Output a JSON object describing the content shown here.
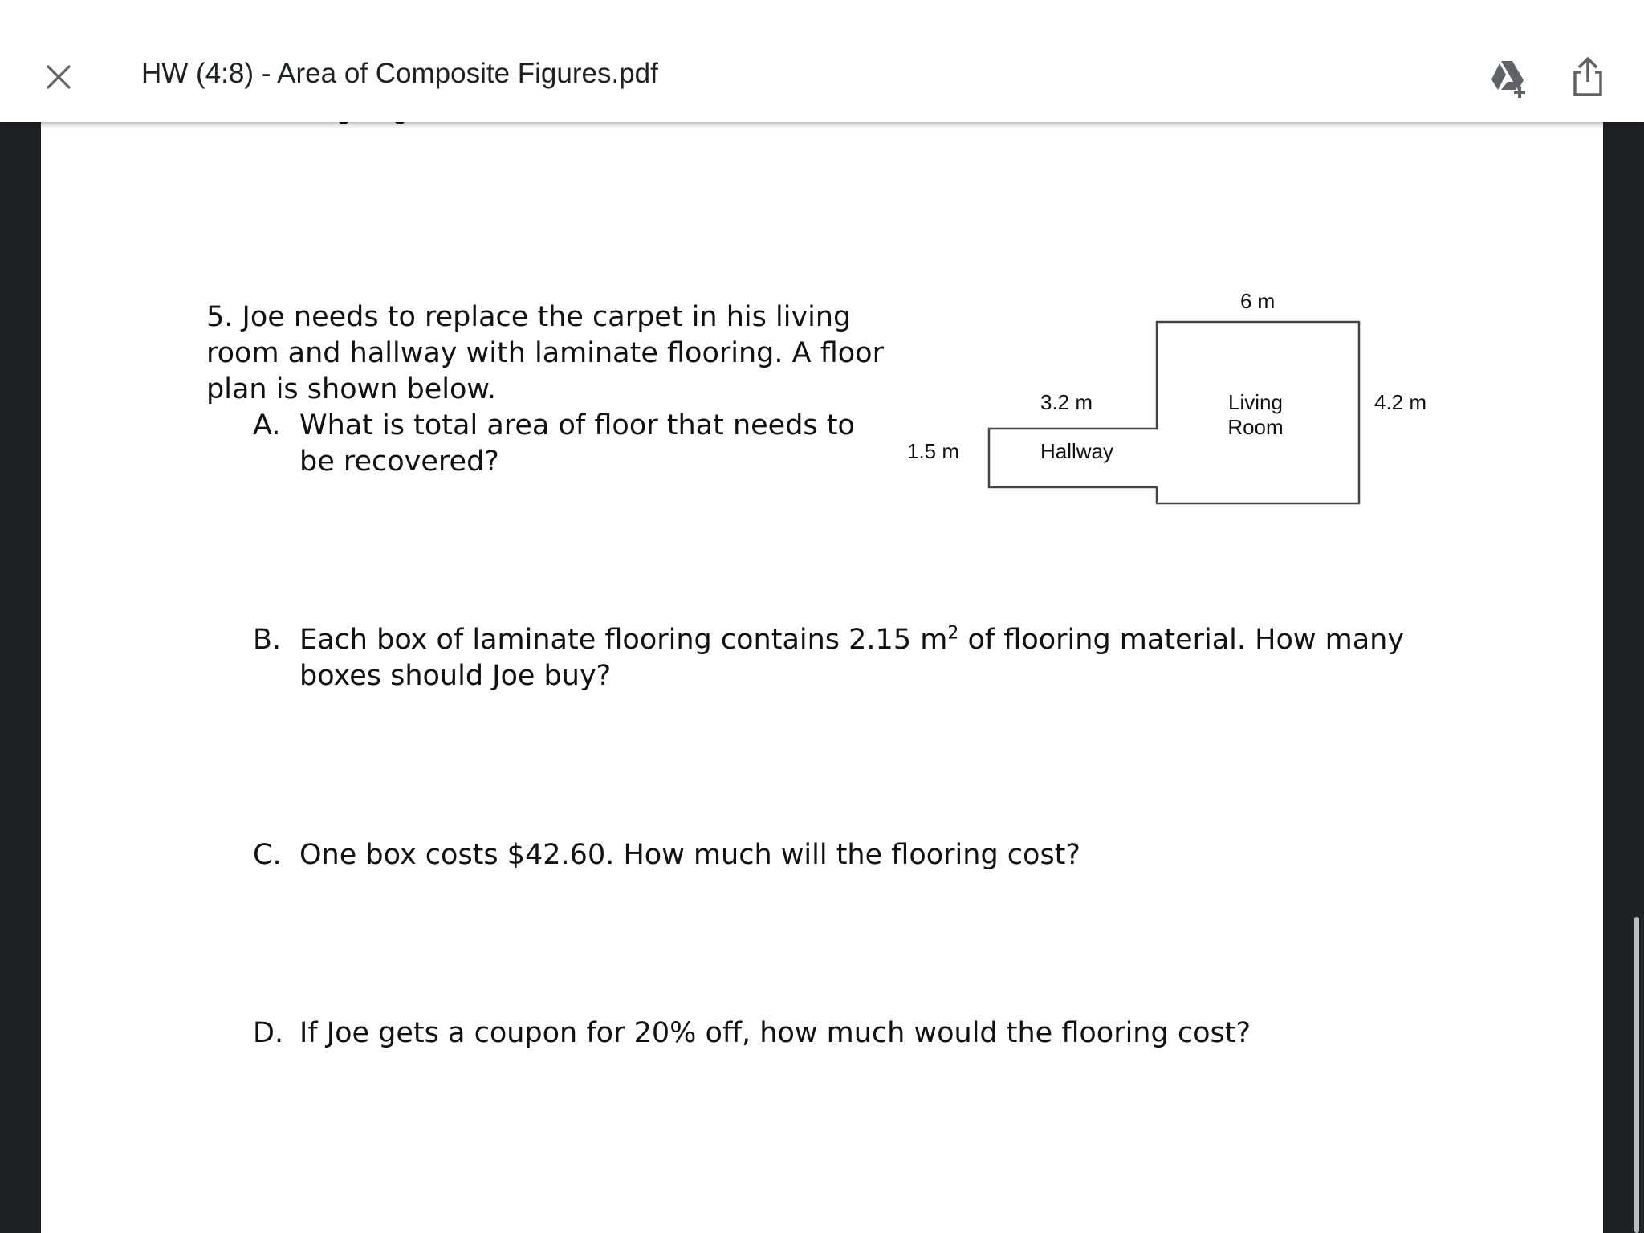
{
  "toolbar": {
    "title": "HW (4:8) - Area of Composite Figures.pdf",
    "close_icon": "close-icon",
    "drive_icon": "add-to-drive-icon",
    "share_icon": "share-icon"
  },
  "question": {
    "stem_lines": [
      "5. Joe needs to replace the carpet in his living",
      "room and hallway with laminate flooring. A floor",
      "plan is shown below."
    ],
    "parts": [
      {
        "letter": "A.",
        "lines": [
          "What is total area of floor that needs to",
          "be recovered?"
        ]
      },
      {
        "letter": "B.",
        "lines_b1_pre": "Each box of laminate flooring contains 2.15 m",
        "sup": "2",
        "lines_b1_post": " of flooring material. How many",
        "line2": "boxes should Joe buy?"
      },
      {
        "letter": "C.",
        "text": "One box costs $42.60. How much will the flooring cost?"
      },
      {
        "letter": "D.",
        "text": "If Joe gets a coupon for 20% off, how much would the flooring cost?"
      }
    ]
  },
  "floor_plan": {
    "top_width": "6 m",
    "right_height": "4.2 m",
    "hallway_width": "3.2 m",
    "hallway_height": "1.5 m",
    "living_room_line1": "Living",
    "living_room_line2": "Room",
    "hallway_label": "Hallway"
  },
  "colors": {
    "frame": "#202124",
    "page": "#ffffff",
    "text": "#111111"
  }
}
